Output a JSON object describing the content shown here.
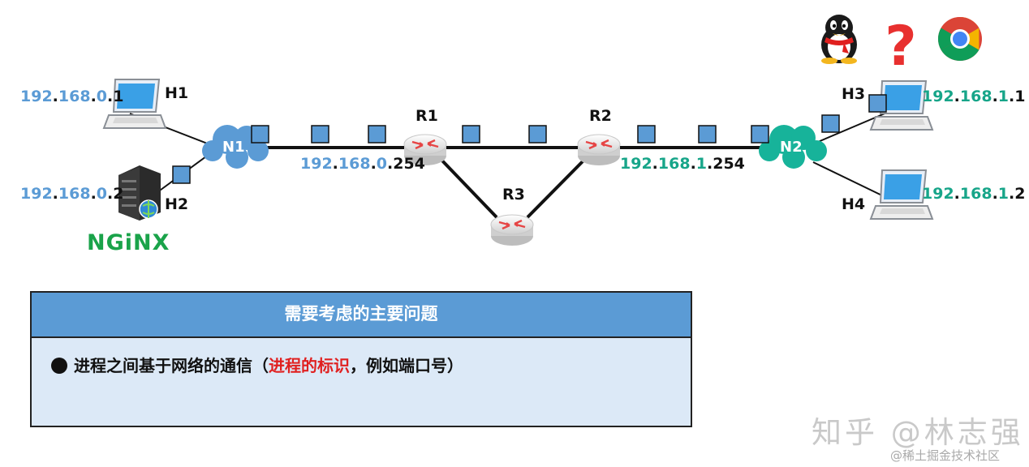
{
  "nodes": {
    "h1": "H1",
    "h2": "H2",
    "h3": "H3",
    "h4": "H4",
    "n1": "N1",
    "n2": "N2",
    "r1": "R1",
    "r2": "R2",
    "r3": "R3"
  },
  "addresses": {
    "h1": [
      "192",
      "168",
      "0",
      "1"
    ],
    "h2": [
      "192",
      "168",
      "0",
      "2"
    ],
    "r1_if": [
      "192",
      "168",
      "0",
      "254"
    ],
    "r2_if": [
      "192",
      "168",
      "1",
      "254"
    ],
    "h3": [
      "192",
      "168",
      "1",
      "1"
    ],
    "h4": [
      "192",
      "168",
      "1",
      "2"
    ],
    "dot": "."
  },
  "server_logo": "NGiNX",
  "panel": {
    "title": "需要考虑的主要问题",
    "item_prefix": "进程之间基于网络的通信（",
    "item_highlight": "进程的标识",
    "item_suffix": "，例如端口号）"
  },
  "watermarks": {
    "primary": "知乎 @林志强",
    "secondary": "@稀土掘金技术社区"
  },
  "colors": {
    "net_left": "#5b9bd5",
    "net_right": "#17a589",
    "packet": "#5b9bd5",
    "highlight": "#e02020",
    "nginx": "#1aa34a"
  },
  "icons": [
    "laptop-icon",
    "server-icon",
    "cloud-icon",
    "router-icon",
    "qq-penguin-icon",
    "question-mark-icon",
    "chrome-icon"
  ]
}
